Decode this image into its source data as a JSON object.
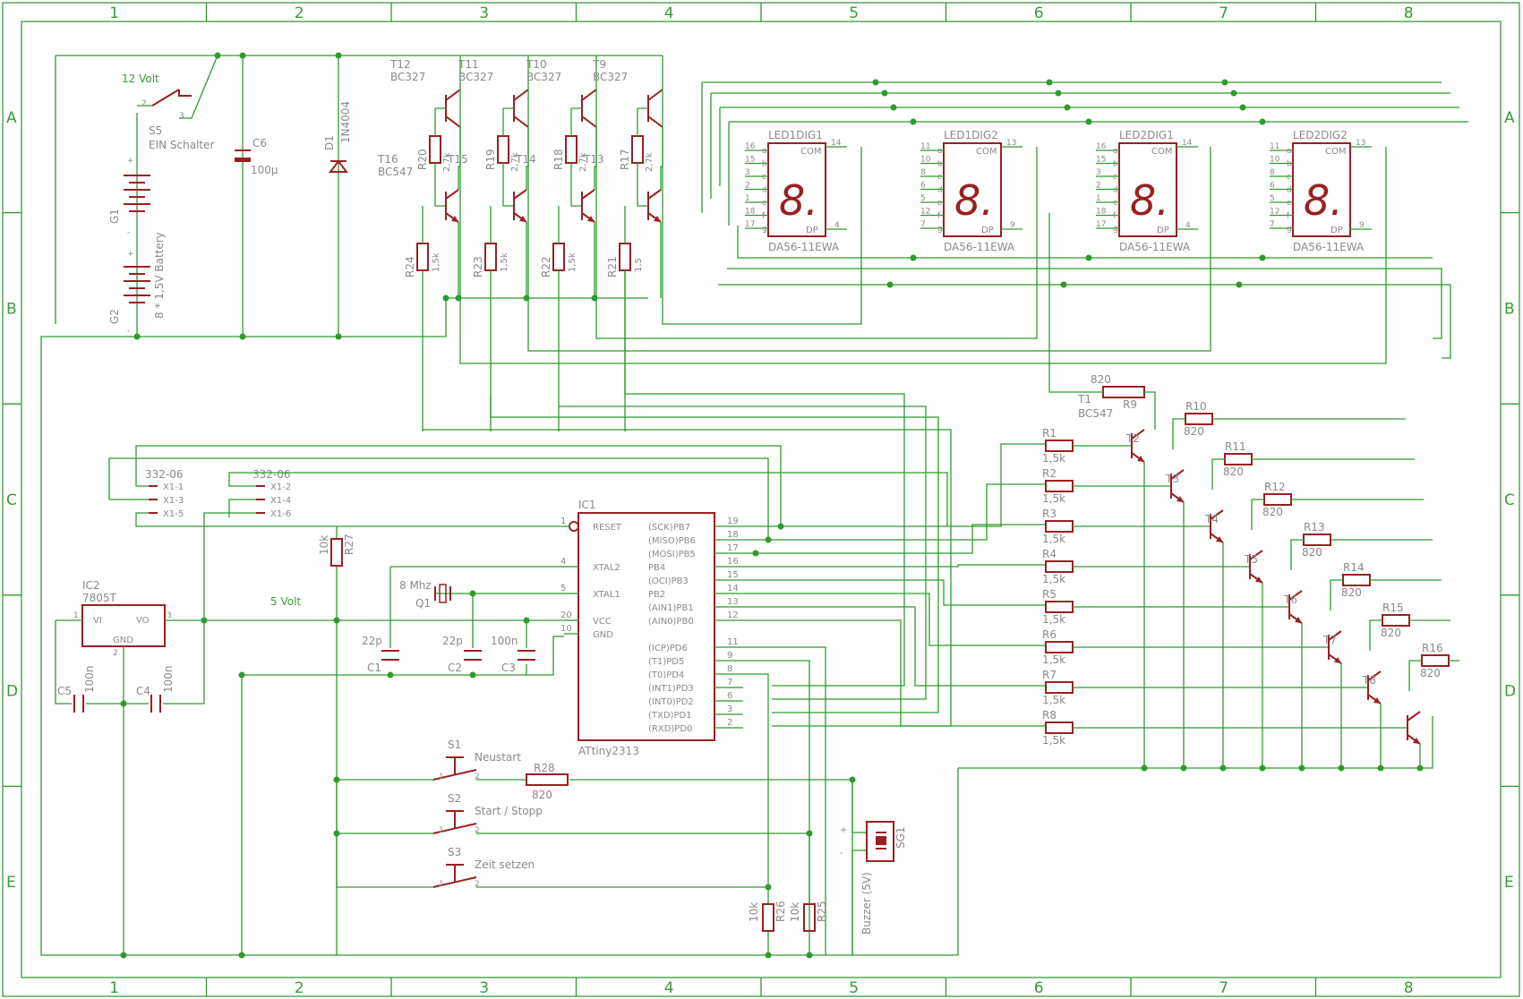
{
  "frame": {
    "columns": [
      "1",
      "2",
      "3",
      "4",
      "5",
      "6",
      "7",
      "8"
    ],
    "rows": [
      "A",
      "B",
      "C",
      "D",
      "E"
    ]
  },
  "labels": {
    "v12": "12 Volt",
    "v5": "5 Volt",
    "s5_name": "S5",
    "s5_value": "EIN Schalter",
    "s5_pin2": "2",
    "s5_pin3": "3",
    "c6_name": "C6",
    "c6_value": "100µ",
    "d1_name": "D1",
    "d1_value": "1N4004",
    "g1_name": "G1",
    "g2_name": "G2",
    "battery": "8 * 1,5V Battery",
    "ic2_name": "IC2",
    "ic2_value": "7805T",
    "ic2_vi": "VI",
    "ic2_vo": "VO",
    "ic2_gnd": "GND",
    "ic2_p1": "1",
    "ic2_p2": "2",
    "ic2_p3": "3",
    "c5_name": "C5",
    "c5_value": "100n",
    "c4_name": "C4",
    "c4_value": "100n",
    "x1_header_a": "332-06",
    "x1_header_b": "332-06",
    "x1_1": "X1-1",
    "x1_2": "X1-2",
    "x1_3": "X1-3",
    "x1_4": "X1-4",
    "x1_5": "X1-5",
    "x1_6": "X1-6",
    "r27_name": "R27",
    "r27_value": "10k",
    "q1_name": "Q1",
    "q1_value": "8 Mhz",
    "c1_name": "C1",
    "c1_value": "22p",
    "c2_name": "C2",
    "c2_value": "22p",
    "c3_name": "C3",
    "c3_value": "100n",
    "ic1_name": "IC1",
    "ic1_value": "ATtiny2313",
    "s1_name": "S1",
    "s1_value": "Neustart",
    "s2_name": "S2",
    "s2_value": "Start / Stopp",
    "s3_name": "S3",
    "s3_value": "Zeit setzen",
    "sw_pin1": "1",
    "sw_pin2": "2",
    "r28_name": "R28",
    "r28_value": "820",
    "r26_name": "R26",
    "r26_value": "10k",
    "r25_name": "R25",
    "r25_value": "10k",
    "sg1_name": "SG1",
    "sg1_value": "Buzzer (5V)",
    "plus": "+",
    "minus": "-",
    "t1_name": "T1",
    "t1_value": "BC547",
    "r9_name": "R9",
    "r9_value": "820",
    "t16_name": "T16",
    "t16_value": "BC547",
    "com": "COM",
    "dp": "DP",
    "digit": "8."
  },
  "ic1_pins_left": [
    {
      "num": "1",
      "name": "RESET"
    },
    {
      "num": "4",
      "name": "XTAL2"
    },
    {
      "num": "5",
      "name": "XTAL1"
    },
    {
      "num": "20",
      "name": "VCC"
    },
    {
      "num": "10",
      "name": "GND"
    }
  ],
  "ic1_pins_right": [
    {
      "num": "19",
      "name": "(SCK)PB7"
    },
    {
      "num": "18",
      "name": "(MISO)PB6"
    },
    {
      "num": "17",
      "name": "(MOSI)PB5"
    },
    {
      "num": "16",
      "name": "PB4"
    },
    {
      "num": "15",
      "name": "(OCI)PB3"
    },
    {
      "num": "14",
      "name": "PB2"
    },
    {
      "num": "13",
      "name": "(AIN1)PB1"
    },
    {
      "num": "12",
      "name": "(AIN0)PB0"
    },
    {
      "num": "11",
      "name": "(ICP)PD6"
    },
    {
      "num": "9",
      "name": "(T1)PD5"
    },
    {
      "num": "8",
      "name": "(T0)PD4"
    },
    {
      "num": "7",
      "name": "(INT1)PD3"
    },
    {
      "num": "6",
      "name": "(INT0)PD2"
    },
    {
      "num": "3",
      "name": "(TXD)PD1"
    },
    {
      "num": "2",
      "name": "(RXD)PD0"
    }
  ],
  "top_transistors": [
    {
      "name": "T12",
      "value": "BC327",
      "res": "R20",
      "res_value": "2,7k",
      "lower": "T15",
      "base_res": "R24",
      "base_value": "1,5k"
    },
    {
      "name": "T11",
      "value": "BC327",
      "res": "R19",
      "res_value": "2,7k",
      "lower": "T14",
      "base_res": "R23",
      "base_value": "1,5k"
    },
    {
      "name": "T10",
      "value": "BC327",
      "res": "R18",
      "res_value": "2,7k",
      "lower": "T13",
      "base_res": "R22",
      "base_value": "1,5k"
    },
    {
      "name": "T9",
      "value": "BC327",
      "res": "R17",
      "res_value": "2,7k",
      "lower": "",
      "base_res": "R21",
      "base_value": "1,5"
    }
  ],
  "displays": [
    {
      "name": "LED1DIG1",
      "type": "DA56-11EWA",
      "com_pin": "14",
      "dp_pin": "4",
      "pins": [
        {
          "n": "16",
          "s": "a"
        },
        {
          "n": "15",
          "s": "b"
        },
        {
          "n": "3",
          "s": "c"
        },
        {
          "n": "2",
          "s": "d"
        },
        {
          "n": "1",
          "s": "e"
        },
        {
          "n": "18",
          "s": "f"
        },
        {
          "n": "17",
          "s": "g"
        }
      ]
    },
    {
      "name": "LED1DIG2",
      "type": "DA56-11EWA",
      "com_pin": "13",
      "dp_pin": "9",
      "pins": [
        {
          "n": "11",
          "s": "a"
        },
        {
          "n": "10",
          "s": "b"
        },
        {
          "n": "8",
          "s": "c"
        },
        {
          "n": "6",
          "s": "d"
        },
        {
          "n": "5",
          "s": "e"
        },
        {
          "n": "12",
          "s": "f"
        },
        {
          "n": "7",
          "s": "g"
        }
      ]
    },
    {
      "name": "LED2DIG1",
      "type": "DA56-11EWA",
      "com_pin": "14",
      "dp_pin": "4",
      "pins": [
        {
          "n": "16",
          "s": "a"
        },
        {
          "n": "15",
          "s": "b"
        },
        {
          "n": "3",
          "s": "c"
        },
        {
          "n": "2",
          "s": "d"
        },
        {
          "n": "1",
          "s": "e"
        },
        {
          "n": "18",
          "s": "f"
        },
        {
          "n": "17",
          "s": "g"
        }
      ]
    },
    {
      "name": "LED2DIG2",
      "type": "DA56-11EWA",
      "com_pin": "13",
      "dp_pin": "9",
      "pins": [
        {
          "n": "11",
          "s": "a"
        },
        {
          "n": "10",
          "s": "b"
        },
        {
          "n": "8",
          "s": "c"
        },
        {
          "n": "6",
          "s": "d"
        },
        {
          "n": "5",
          "s": "e"
        },
        {
          "n": "12",
          "s": "f"
        },
        {
          "n": "7",
          "s": "g"
        }
      ]
    }
  ],
  "driver_resistors": [
    {
      "name": "R1",
      "value": "1,5k"
    },
    {
      "name": "R2",
      "value": "1,5k"
    },
    {
      "name": "R3",
      "value": "1,5k"
    },
    {
      "name": "R4",
      "value": "1,5k"
    },
    {
      "name": "R5",
      "value": "1,5k"
    },
    {
      "name": "R6",
      "value": "1,5k"
    },
    {
      "name": "R7",
      "value": "1,5k"
    },
    {
      "name": "R8",
      "value": "1,5k"
    }
  ],
  "driver_transistors": [
    "T2",
    "T3",
    "T4",
    "T5",
    "T6",
    "T7",
    "T8",
    ""
  ],
  "segment_resistors": [
    {
      "name": "R10",
      "value": "820"
    },
    {
      "name": "R11",
      "value": "820"
    },
    {
      "name": "R12",
      "value": "820"
    },
    {
      "name": "R13",
      "value": "820"
    },
    {
      "name": "R14",
      "value": "820"
    },
    {
      "name": "R15",
      "value": "820"
    },
    {
      "name": "R16",
      "value": "820"
    }
  ]
}
